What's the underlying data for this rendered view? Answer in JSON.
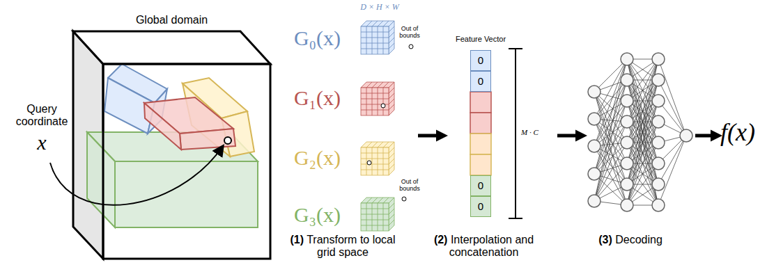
{
  "diagram": {
    "nodes": [
      {
        "text": [
          "Global domain"
        ]
      },
      {
        "text": [
          "Feature Vector"
        ]
      },
      {
        "text": [
          "0"
        ],
        "in": 1
      },
      {
        "text": [
          "0"
        ],
        "in": 1
      },
      {
        "text": [
          "0"
        ],
        "in": 1
      },
      {
        "text": [
          "0"
        ],
        "in": 1
      }
    ],
    "labels": [
      "Query coordinate",
      "x",
      "D × H × W",
      "G₀(x)",
      "Out of bounds",
      "G₁(x)",
      "G₂(x)",
      "G₃(x)",
      "Out of bounds",
      "M · C",
      "f(x)",
      "(1) Transform to local grid space",
      "(2) Interpolation and concatenation",
      "(3) Decoding"
    ]
  }
}
